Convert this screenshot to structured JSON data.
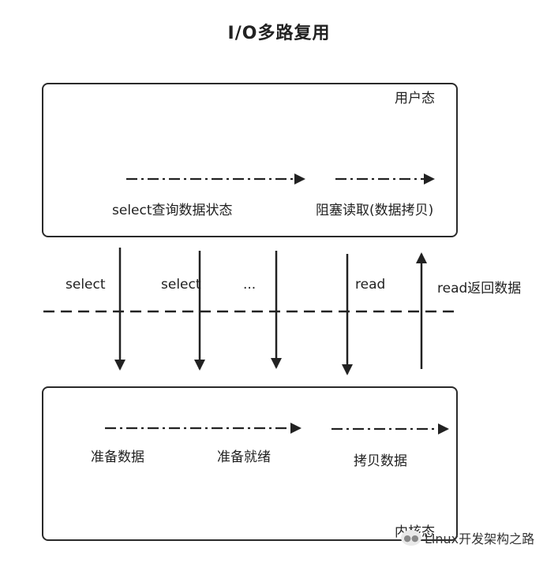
{
  "title": "I/O多路复用",
  "user_space": {
    "label": "用户态",
    "step1_label": "select查询数据状态",
    "step2_label": "阻塞读取(数据拷贝)"
  },
  "kernel_space": {
    "label": "内核态",
    "step1_label": "准备数据",
    "step2_label": "准备就绪",
    "step3_label": "拷贝数据"
  },
  "calls": {
    "select1": "select",
    "select2": "select",
    "ellipsis": "...",
    "read": "read",
    "read_return": "read返回数据"
  },
  "watermark": "Linux开发架构之路"
}
